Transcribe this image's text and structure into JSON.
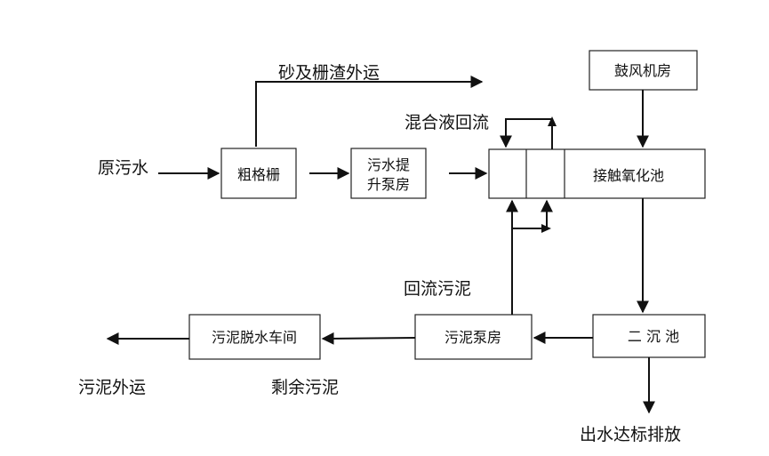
{
  "nodes": {
    "coarse_screen": "粗格栅",
    "lift_pump_line1": "污水提",
    "lift_pump_line2": "升泵房",
    "blower_room": "鼓风机房",
    "contact_oxidation": "接触氧化池",
    "secondary_clarifier": "二 沉 池",
    "sludge_pump": "污泥泵房",
    "dewatering": "污泥脱水车间"
  },
  "labels": {
    "raw_sewage": "原污水",
    "grit_removal": "砂及栅渣外运",
    "mixed_liquor_return": "混合液回流",
    "return_sludge": "回流污泥",
    "sludge_export": "污泥外运",
    "excess_sludge": "剩余污泥",
    "effluent": "出水达标排放"
  },
  "colors": {
    "stroke": "#111111",
    "box_fill": "#ffffff"
  }
}
